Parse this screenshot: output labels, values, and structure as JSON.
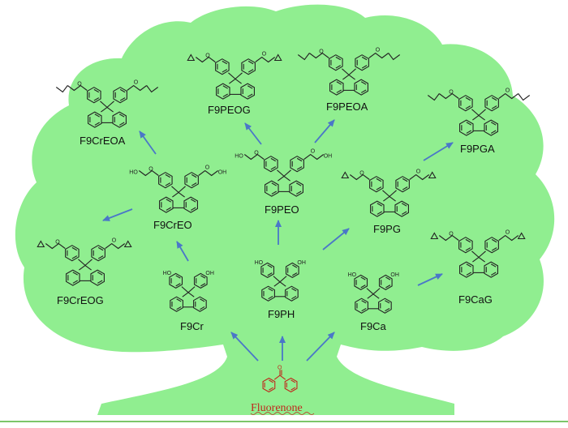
{
  "colors": {
    "crown": "#90ee90",
    "arrow": "#4a77c8",
    "root": "#c0281c",
    "bond": "#222222"
  },
  "root": {
    "label": "Fluorenone"
  },
  "nodes": {
    "f9creoa": "F9CrEOA",
    "f9peog": "F9PEOG",
    "f9peoa": "F9PEOA",
    "f9pga": "F9PGA",
    "f9creo": "F9CrEO",
    "f9peo": "F9PEO",
    "f9pg": "F9PG",
    "f9creog": "F9CrEOG",
    "f9cr": "F9Cr",
    "f9ph": "F9PH",
    "f9ca": "F9Ca",
    "f9cag": "F9CaG"
  },
  "atom_labels": {
    "oxygen": "O",
    "hydroxyl": "HO",
    "hydroxyl_right": "OH"
  }
}
